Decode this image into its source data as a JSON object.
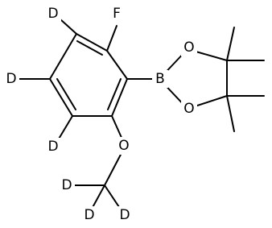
{
  "molecule": {
    "atom_labels": {
      "fluorine": "F",
      "boron": "B",
      "oxygen_upper_ring": "O",
      "oxygen_lower_ring": "O",
      "oxygen_methoxy": "O",
      "deuterium_ring_top": "D",
      "deuterium_ring_left": "D",
      "deuterium_ring_lower": "D",
      "deuterium_methyl_left": "D",
      "deuterium_methyl_bottom_left": "D",
      "deuterium_methyl_bottom_right": "D"
    },
    "colors": {
      "bond": "#000000",
      "label": "#000000",
      "background": "#ffffff"
    }
  }
}
